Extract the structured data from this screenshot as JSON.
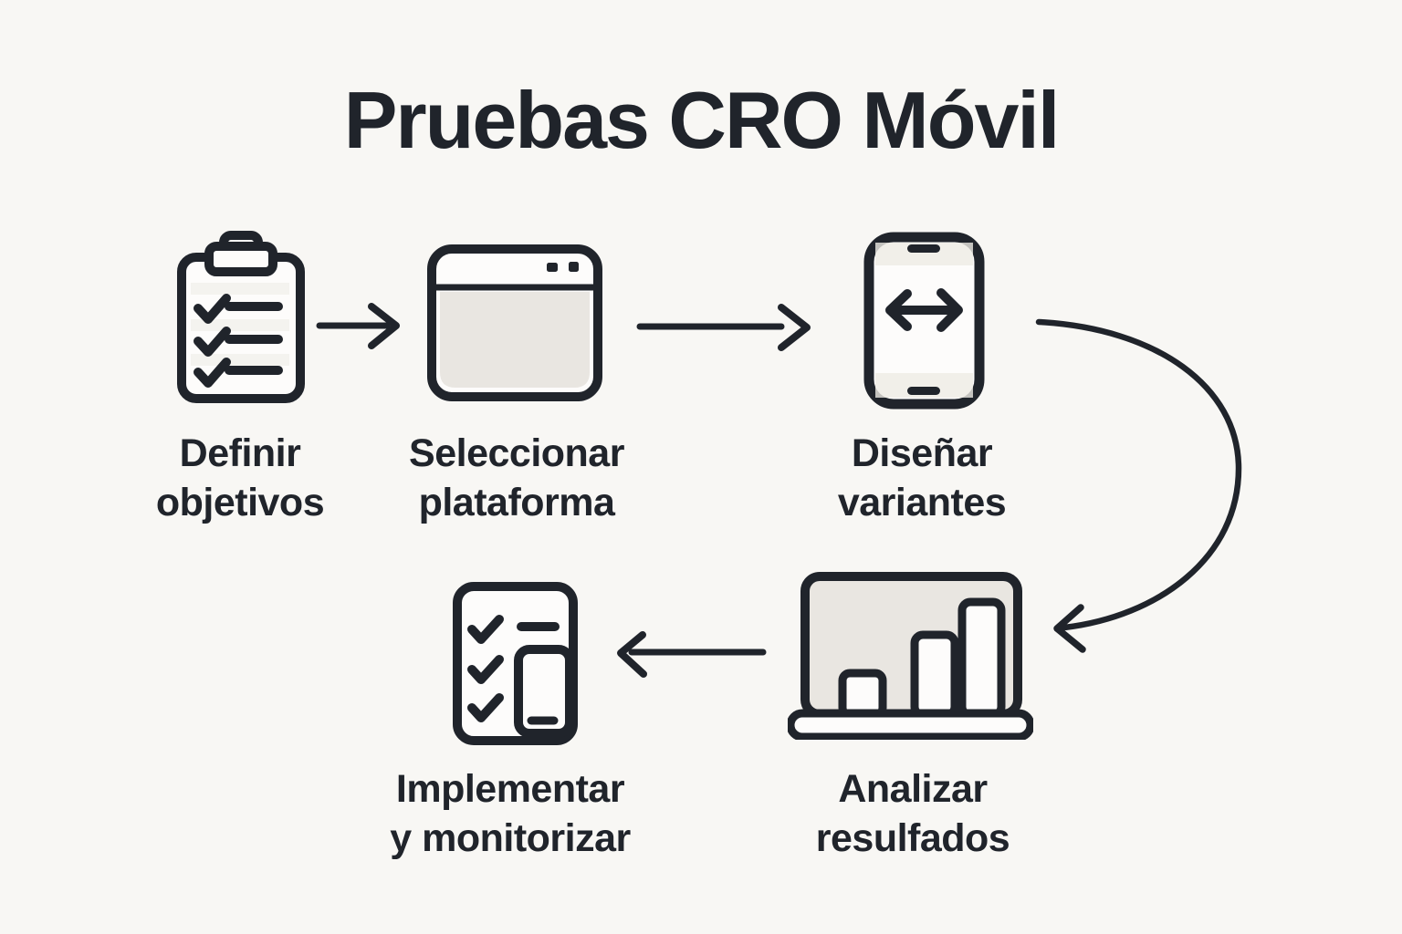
{
  "title": "Pruebas CRO Móvil",
  "colors": {
    "background": "#f8f7f4",
    "ink": "#20242b",
    "icon_fill": "#e9e6e1",
    "icon_paper": "#fdfcfb",
    "icon_band": "#edebe5"
  },
  "steps": [
    {
      "id": "definir-objetivos",
      "icon": "clipboard-checklist-icon",
      "lines": [
        "Definir",
        "objetivos"
      ]
    },
    {
      "id": "seleccionar-plataforma",
      "icon": "browser-window-icon",
      "lines": [
        "Seleccionar",
        "plataforma"
      ]
    },
    {
      "id": "disenar-variantes",
      "icon": "phone-swap-arrows-icon",
      "lines": [
        "Diseñar",
        "variantes"
      ]
    },
    {
      "id": "analizar-resultados",
      "icon": "laptop-bar-chart-icon",
      "lines": [
        "Analizar",
        "resulfados"
      ]
    },
    {
      "id": "implementar-monitorizar",
      "icon": "document-checklist-phone-icon",
      "lines": [
        "Implementar",
        "y monitorizar"
      ]
    }
  ],
  "arrows": [
    {
      "name": "arrow-1-to-2",
      "from": "definir-objetivos",
      "to": "seleccionar-plataforma",
      "shape": "straight-right"
    },
    {
      "name": "arrow-2-to-3",
      "from": "seleccionar-plataforma",
      "to": "disenar-variantes",
      "shape": "straight-right"
    },
    {
      "name": "arrow-3-to-4",
      "from": "disenar-variantes",
      "to": "analizar-resultados",
      "shape": "curved-down-left"
    },
    {
      "name": "arrow-4-to-5",
      "from": "analizar-resultados",
      "to": "implementar-monitorizar",
      "shape": "straight-left"
    }
  ]
}
